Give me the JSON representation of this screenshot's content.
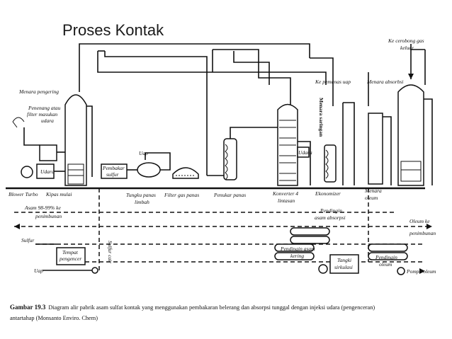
{
  "slide": {
    "title": "Proses Kontak"
  },
  "labels": {
    "menara_pengering": "Menara pengering",
    "penenang_1": "Penenang atau",
    "penenang_2": "filter masukan",
    "penenang_3": "udara",
    "udara_1": "Udara",
    "blower": "Blower Turbo",
    "kipas": "Kipas mulai",
    "asam_1": "Asam 98-99% ke",
    "asam_2": "penimbunan",
    "sulfur_1": "Sulfur",
    "tempat_1": "Tempat",
    "tempat_2": "pengencer",
    "uap_1": "Uap",
    "sulfur_vert": "Sulfur cair",
    "uap_2": "Uap",
    "pembakar_1": "Pembakar",
    "pembakar_2": "sulfur",
    "tungku_1": "Tungku panas",
    "tungku_2": "limbah",
    "filter_gas": "Filter gas panas",
    "penukar": "Penukar panas",
    "konverter_1": "Konverter 4",
    "konverter_2": "lintasan",
    "udara_2": "Udara",
    "ke_pemanas": "Ke pemanas uap",
    "menara_saringan": "Menara saringan",
    "ekonomizer": "Ekonomizer",
    "menara_oleum_1": "Menara",
    "menara_oleum_2": "oleum",
    "menara_absorbsi": "Menara absorbsi",
    "cerobong_1": "Ke cerobong gas",
    "cerobong_2": "keluar",
    "pendingin_abs_1": "Pendingin",
    "pendingin_abs_2": "asam absorpsi",
    "pendingin_ker_1": "Pendingin asam",
    "pendingin_ker_2": "kering",
    "tangki_1": "Tangki",
    "tangki_2": "sirkulasi",
    "pendingin_oleum_1": "Pendingin",
    "pendingin_oleum_2": "oleum",
    "oleum_ke_1": "Oleum ke",
    "oleum_ke_2": "penimbunan",
    "pompa": "Pompa oleum"
  },
  "caption": {
    "figure": "Gambar 19.3",
    "line1": "Diagram alir pabrik asam sulfat kontak yang menggunakan pembakaran belerang dan absorpsi tunggal dengan injeksi udara (pengenceran)",
    "line2": "antartahap (Monsanto Enviro. Chem)"
  }
}
